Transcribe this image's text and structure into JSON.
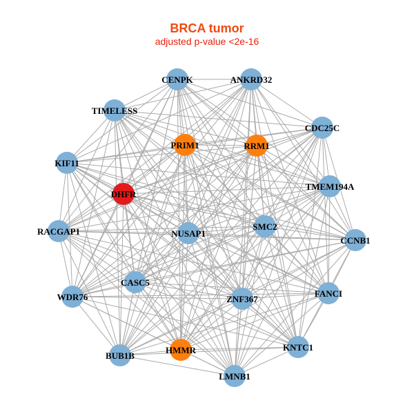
{
  "title": "BRCA tumor",
  "subtitle": "adjusted p-value <2e-16",
  "colors": {
    "default": "#7fb0d6",
    "orange": "#ff7f0e",
    "red": "#e31a1c",
    "edge": "#aaaaaa"
  },
  "nodes": [
    {
      "id": "CENPK",
      "color": "default"
    },
    {
      "id": "ANKRD32",
      "color": "default"
    },
    {
      "id": "TIMELESS",
      "color": "default"
    },
    {
      "id": "CDC25C",
      "color": "default"
    },
    {
      "id": "PRIM1",
      "color": "orange"
    },
    {
      "id": "RRM1",
      "color": "orange"
    },
    {
      "id": "KIF11",
      "color": "default"
    },
    {
      "id": "DHFR",
      "color": "red"
    },
    {
      "id": "TMEM194A",
      "color": "default"
    },
    {
      "id": "RACGAP1",
      "color": "default"
    },
    {
      "id": "NUSAP1",
      "color": "default"
    },
    {
      "id": "SMC2",
      "color": "default"
    },
    {
      "id": "CCNB1",
      "color": "default"
    },
    {
      "id": "CASC5",
      "color": "default"
    },
    {
      "id": "WDR76",
      "color": "default"
    },
    {
      "id": "ZNF367",
      "color": "default"
    },
    {
      "id": "FANCI",
      "color": "default"
    },
    {
      "id": "BUB1B",
      "color": "default"
    },
    {
      "id": "HMMR",
      "color": "orange"
    },
    {
      "id": "KNTC1",
      "color": "default"
    },
    {
      "id": "LMNB1",
      "color": "default"
    }
  ],
  "edges": "all-pairs"
}
